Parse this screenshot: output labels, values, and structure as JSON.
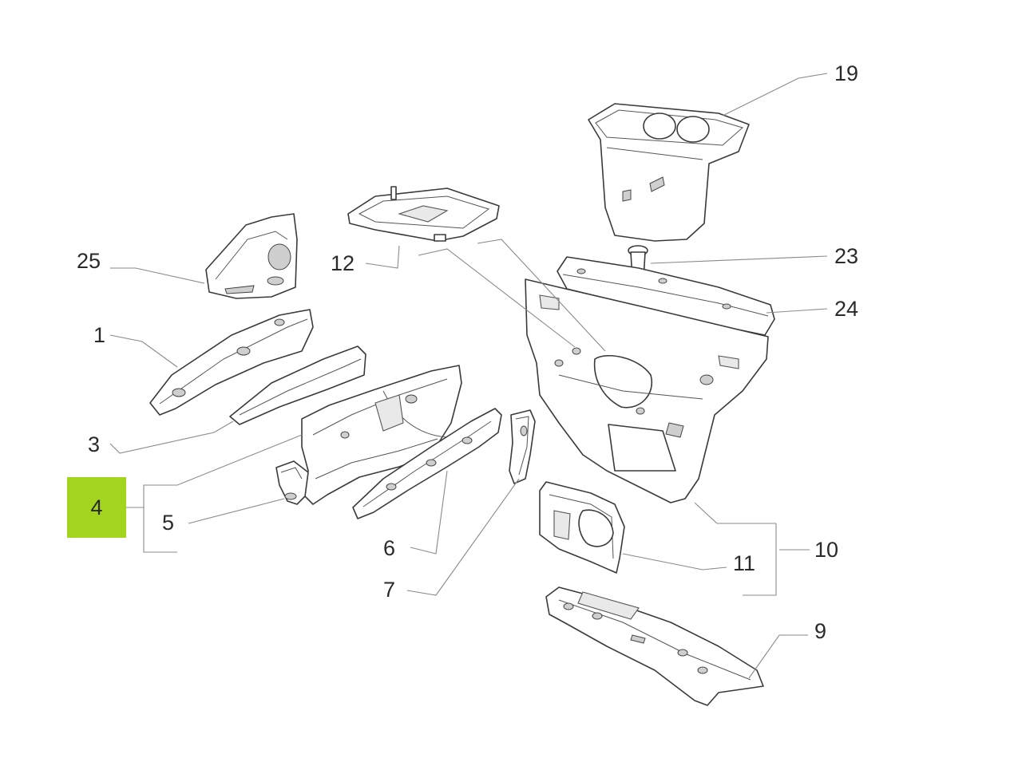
{
  "callouts": {
    "p1": "1",
    "p3": "3",
    "p4": "4",
    "p5": "5",
    "p6": "6",
    "p7": "7",
    "p9": "9",
    "p10": "10",
    "p11": "11",
    "p12": "12",
    "p19": "19",
    "p23": "23",
    "p24": "24",
    "p25": "25"
  },
  "highlight": {
    "part": "4",
    "color": "#a4d51e"
  },
  "colors": {
    "line_art": "#3a3a3a",
    "leader": "#8a8a8a",
    "background": "#ffffff"
  }
}
